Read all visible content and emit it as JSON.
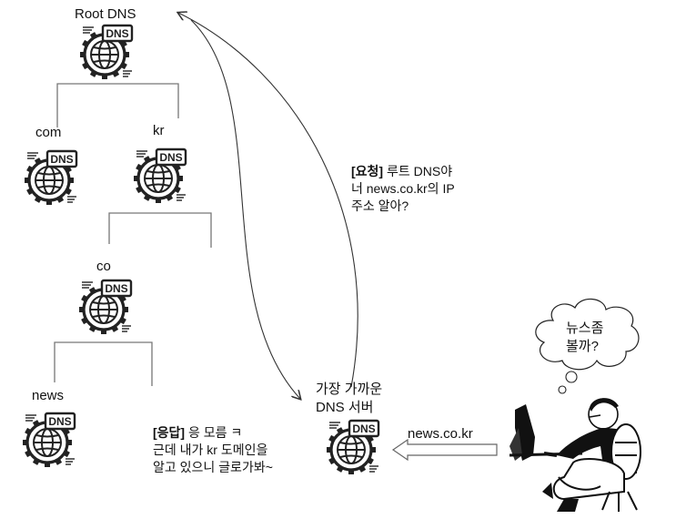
{
  "nodes": {
    "root": {
      "label": "Root DNS"
    },
    "com": {
      "label": "com"
    },
    "kr": {
      "label": "kr"
    },
    "co": {
      "label": "co"
    },
    "news": {
      "label": "news"
    },
    "local": {
      "label_line1": "가장 가까운",
      "label_line2": "DNS 서버"
    }
  },
  "dns_badge_text": "DNS",
  "request": {
    "tag": "[요청]",
    "line1_rest": " 루트 DNS야",
    "line2": "너 news.co.kr의 IP",
    "line3": "주소 알아?"
  },
  "response": {
    "tag": "[응답]",
    "line1_rest": " 응 모름 ㅋ",
    "line2": "근데 내가 kr 도메인을",
    "line3": "알고 있으니 글로가봐~"
  },
  "query_arrow_label": "news.co.kr",
  "thought": {
    "line1": "뉴스좀",
    "line2": "볼까?"
  },
  "icons": [
    "dns-server-icon",
    "user-at-computer-icon",
    "thought-cloud-icon"
  ]
}
